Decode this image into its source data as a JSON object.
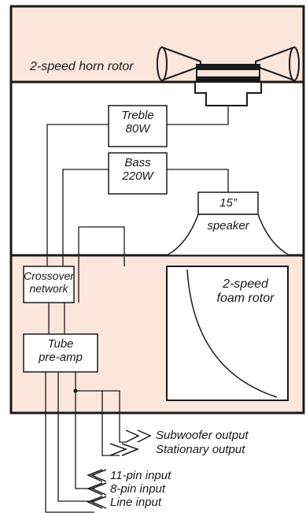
{
  "colors": {
    "cabinet_fill": "#fbe6dc",
    "cabinet_stroke": "#1a1a1a",
    "wire": "#1a1a1a",
    "background": "#ffffff"
  },
  "sections": {
    "horn_rotor": {
      "label": "2-speed horn rotor"
    }
  },
  "components": {
    "treble": {
      "line1": "Treble",
      "line2": "80W"
    },
    "bass": {
      "line1": "Bass",
      "line2": "220W"
    },
    "speaker": {
      "line1": "15”",
      "line2": "speaker"
    },
    "crossover": {
      "line1": "Crossover",
      "line2": "network"
    },
    "preamp": {
      "line1": "Tube",
      "line2": "pre-amp"
    },
    "foam_rotor": {
      "line1": "2-speed",
      "line2": "foam rotor"
    }
  },
  "io": {
    "subwoofer": "Subwoofer output",
    "stationary": "Stationary output",
    "pin11": "11-pin input",
    "pin8": "8-pin input",
    "line": "Line input"
  }
}
